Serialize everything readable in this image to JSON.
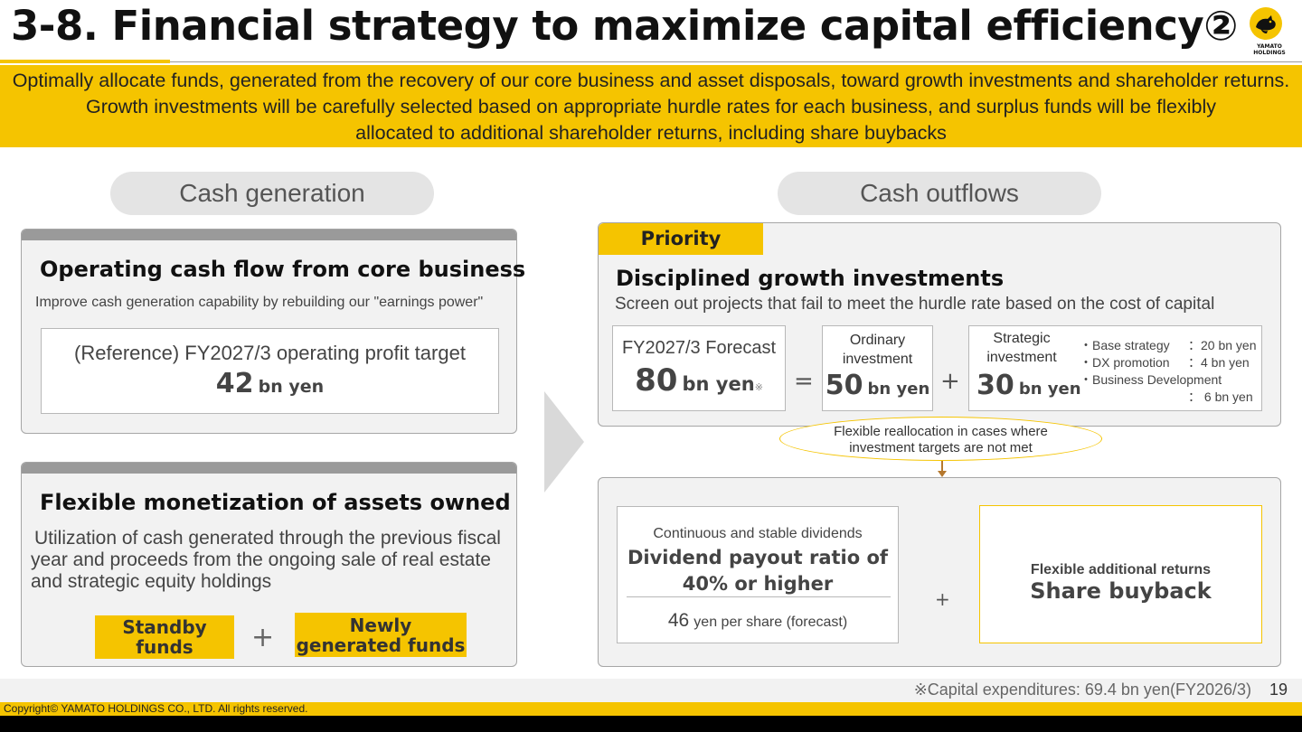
{
  "slide": {
    "title": "3-8. Financial strategy to maximize capital efficiency②",
    "logo_text_1": "YAMATO",
    "logo_text_2": "HOLDINGS",
    "banner_lines": [
      "Optimally allocate funds, generated from the recovery of our core business and asset disposals, toward growth investments and shareholder returns.",
      "Growth investments will be carefully selected based on appropriate hurdle rates for each business, and surplus funds will be flexibly",
      "allocated to additional shareholder returns, including share buybacks"
    ]
  },
  "cash_generation": {
    "label": "Cash generation",
    "operating": {
      "heading": "Operating cash flow from core business",
      "subtext": "Improve cash generation capability by rebuilding our \"earnings power\"",
      "ref_label": "(Reference) FY2027/3 operating profit target",
      "ref_value": "42",
      "ref_unit": "bn yen"
    },
    "assets": {
      "heading": "Flexible monetization of assets owned",
      "subtext_lines": [
        "Utilization of cash generated through the previous fiscal",
        "year and proceeds from the ongoing sale of real estate",
        "and strategic equity holdings"
      ],
      "chip_standby": "Standby funds",
      "plus": "+",
      "chip_new": "Newly generated funds"
    }
  },
  "cash_outflows": {
    "label": "Cash outflows",
    "priority": "Priority",
    "growth": {
      "heading": "Disciplined growth investments",
      "subtext": "Screen out projects that fail to meet the hurdle rate based on the cost of capital",
      "forecast_label": "FY2027/3 Forecast",
      "forecast_value": "80",
      "forecast_unit": "bn yen",
      "forecast_mark": "※",
      "equals": "=",
      "ordinary_label_1": "Ordinary",
      "ordinary_label_2": "investment",
      "ordinary_value": "50",
      "ordinary_unit": "bn yen",
      "plus": "+",
      "strategic_label_1": "Strategic",
      "strategic_label_2": "investment",
      "strategic_value": "30",
      "strategic_unit": "bn yen",
      "breakdown": [
        {
          "name": "・Base strategy",
          "value": "：20 bn yen"
        },
        {
          "name": "・DX promotion",
          "value": "：4 bn yen"
        },
        {
          "name": "・Business Development",
          "value": ""
        },
        {
          "name": "",
          "value": "： 6 bn yen"
        }
      ]
    },
    "bubble_lines": [
      "Flexible reallocation in cases where",
      "investment targets are not met"
    ],
    "returns": {
      "dividend_caption": "Continuous and stable dividends",
      "dividend_head_1": "Dividend payout ratio of",
      "dividend_head_2": "40% or higher",
      "dps_value": "46",
      "dps_unit": "yen per share (forecast)",
      "plus": "+",
      "buyback_caption": "Flexible additional returns",
      "buyback_head": "Share buyback"
    }
  },
  "footer": {
    "footnote": "※Capital expenditures: 69.4 bn yen(FY2026/3)",
    "page_number": "19",
    "copyright": "Copyright© YAMATO HOLDINGS CO., LTD. All rights reserved."
  },
  "colors": {
    "accent_yellow": "#f5c400",
    "panel_gray": "#f2f2f2",
    "border_gray": "#a6a6a6"
  }
}
